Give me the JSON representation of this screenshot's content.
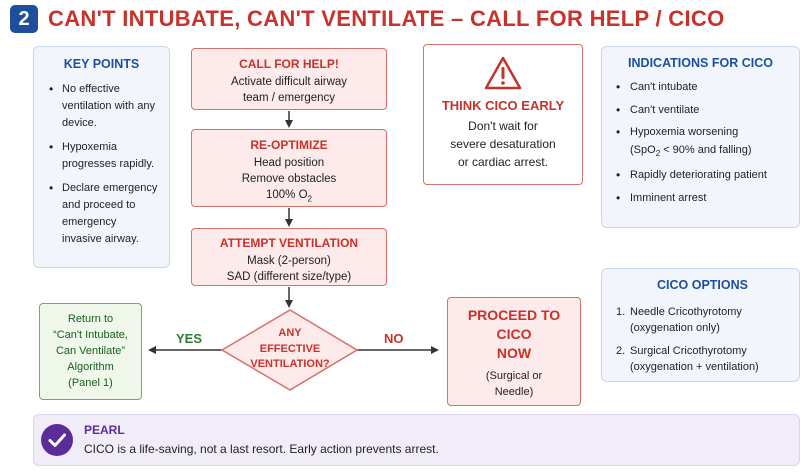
{
  "header": {
    "number": "2",
    "title": "CAN'T INTUBATE, CAN'T VENTILATE – CALL FOR HELP / CICO"
  },
  "key_points": {
    "title": "KEY POINTS",
    "items": [
      "No effective ventilation with any device.",
      "Hypoxemia progresses rapidly.",
      "Declare emergency and proceed to emergency invasive airway."
    ]
  },
  "flow": {
    "call_for_help": {
      "title": "CALL FOR HELP!",
      "lines": [
        "Activate difficult airway",
        "team / emergency"
      ]
    },
    "re_optimize": {
      "title": "RE-OPTIMIZE",
      "lines": [
        "Head position",
        "Remove obstacles"
      ],
      "o2_prefix": "100% O",
      "o2_sub": "2"
    },
    "attempt_ventilation": {
      "title": "ATTEMPT VENTILATION",
      "lines": [
        "Mask (2-person)",
        "SAD (different size/type)"
      ]
    },
    "decision": {
      "lines": [
        "ANY",
        "EFFECTIVE",
        "VENTILATION?"
      ]
    },
    "yes_label": "YES",
    "no_label": "NO",
    "return_box": {
      "lines": [
        "Return to",
        "“Can't Intubate,",
        "Can Ventilate”",
        "Algorithm",
        "(Panel 1)"
      ]
    },
    "proceed_box": {
      "title_lines": [
        "PROCEED TO",
        "CICO",
        "NOW"
      ],
      "sub_lines": [
        "(Surgical or",
        "Needle)"
      ]
    }
  },
  "think_cico": {
    "title": "THINK CICO EARLY",
    "lines": [
      "Don't wait for",
      "severe desaturation",
      "or cardiac arrest."
    ]
  },
  "indications": {
    "title": "INDICATIONS FOR CICO",
    "items": [
      "Can't intubate",
      "Can't ventilate",
      "Hypoxemia worsening"
    ],
    "spo2_prefix": "(SpO",
    "spo2_sub": "2",
    "spo2_suffix": " < 90% and falling)",
    "items_after": [
      "Rapidly deteriorating patient",
      "Imminent arrest"
    ]
  },
  "cico_options": {
    "title": "CICO OPTIONS",
    "items": [
      {
        "num": "1.",
        "lines": [
          "Needle Cricothyrotomy",
          "(oxygenation only)"
        ]
      },
      {
        "num": "2.",
        "lines": [
          "Surgical Cricothyrotomy",
          "(oxygenation + ventilation)"
        ]
      }
    ]
  },
  "pearl": {
    "title": "PEARL",
    "text": "CICO is a life-saving, not a last resort. Early action prevents arrest."
  },
  "colors": {
    "title_red": "#c8322b",
    "navy": "#1d4f9c",
    "box_fill": "#fdeaea",
    "box_border": "#d6706b",
    "green_border": "#6fae5c",
    "purple": "#5b2c9a"
  },
  "icons": {
    "warning": "warning-triangle-icon",
    "pearl": "check-circle-icon"
  }
}
